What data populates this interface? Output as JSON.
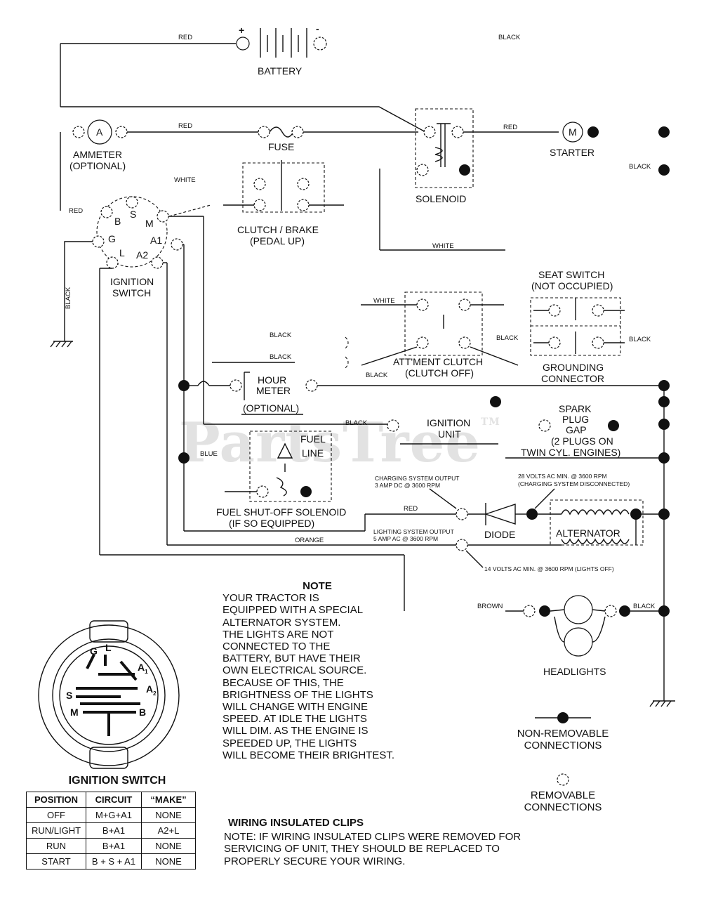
{
  "diagram": {
    "battery": {
      "label": "BATTERY",
      "plus": "+",
      "minus": "-"
    },
    "ammeter": {
      "label": "AMMETER",
      "sub": "(OPTIONAL)",
      "symbol": "A"
    },
    "fuse": "FUSE",
    "solenoid": "SOLENOID",
    "starter": {
      "label": "STARTER",
      "symbol": "M"
    },
    "clutch_brake": {
      "label": "CLUTCH / BRAKE",
      "sub": "(PEDAL UP)"
    },
    "ignition_switch_label": [
      "IGNITION",
      "SWITCH"
    ],
    "ignition_terminals": {
      "b": "B",
      "s": "S",
      "m": "M",
      "g": "G",
      "a1": "A1",
      "l": "L",
      "a2": "A2"
    },
    "seat_switch": {
      "label": "SEAT SWITCH",
      "sub": "(NOT OCCUPIED)"
    },
    "grounding_connector": {
      "line1": "GROUNDING",
      "line2": "CONNECTOR"
    },
    "attachment_clutch": {
      "line1": "ATT'MENT CLUTCH",
      "line2": "(CLUTCH OFF)"
    },
    "hour_meter": {
      "line1": "HOUR",
      "line2": "METER",
      "sub": "(OPTIONAL)"
    },
    "ignition_unit": {
      "line1": "IGNITION",
      "line2": "UNIT"
    },
    "spark_plug": {
      "line1": "SPARK",
      "line2": "PLUG",
      "line3": "GAP",
      "line4": "(2 PLUGS ON",
      "line5": "TWIN CYL. ENGINES)"
    },
    "fuel_line": {
      "line1": "FUEL",
      "line2": "LINE"
    },
    "fuel_solenoid": {
      "line1": "FUEL SHUT-OFF SOLENOID",
      "line2": "(IF SO EQUIPPED)"
    },
    "charging_output": {
      "line1": "CHARGING SYSTEM OUTPUT",
      "line2": "3 AMP DC @ 3600 RPM"
    },
    "charging_volts": {
      "line1": "28 VOLTS AC MIN. @ 3600 RPM",
      "line2": "(CHARGING SYSTEM DISCONNECTED)"
    },
    "lighting_output": {
      "line1": "LIGHTING SYSTEM OUTPUT",
      "line2": "5 AMP AC @ 3600 RPM"
    },
    "lights_volts": "14 VOLTS AC MIN. @ 3600 RPM (LIGHTS OFF)",
    "diode": "DIODE",
    "alternator": "ALTERNATOR",
    "headlights": "HEADLIGHTS",
    "wires": {
      "red": "RED",
      "black": "BLACK",
      "white": "WHITE",
      "blue": "BLUE",
      "orange": "ORANGE",
      "brown": "BROWN"
    },
    "watermark": "PartsTree",
    "watermark_tm": "TM"
  },
  "note": {
    "title": "NOTE",
    "lines": [
      "YOUR TRACTOR IS",
      "EQUIPPED WITH A SPECIAL",
      "ALTERNATOR SYSTEM.",
      "THE LIGHTS ARE NOT",
      "CONNECTED TO THE",
      "BATTERY, BUT HAVE THEIR",
      "OWN ELECTRICAL SOURCE.",
      "BECAUSE OF THIS, THE",
      "BRIGHTNESS OF THE LIGHTS",
      "WILL CHANGE WITH ENGINE",
      "SPEED.  AT IDLE THE LIGHTS",
      "WILL DIM.  AS THE ENGINE IS",
      "SPEEDED UP, THE LIGHTS",
      "WILL BECOME THEIR BRIGHTEST."
    ]
  },
  "legend": {
    "non_removable": {
      "line1": "NON-REMOVABLE",
      "line2": "CONNECTIONS"
    },
    "removable": {
      "line1": "REMOVABLE",
      "line2": "CONNECTIONS"
    }
  },
  "clips": {
    "title": "WIRING INSULATED CLIPS",
    "lines": [
      "NOTE: IF WIRING INSULATED CLIPS WERE REMOVED FOR",
      "SERVICING OF UNIT, THEY SHOULD BE REPLACED TO",
      "PROPERLY SECURE YOUR WIRING."
    ]
  },
  "ignition_switch_table": {
    "title": "IGNITION SWITCH",
    "headers": [
      "POSITION",
      "CIRCUIT",
      "“MAKE”"
    ],
    "rows": [
      [
        "OFF",
        "M+G+A1",
        "NONE"
      ],
      [
        "RUN/LIGHT",
        "B+A1",
        "A2+L"
      ],
      [
        "RUN",
        "B+A1",
        "NONE"
      ],
      [
        "START",
        "B + S + A1",
        "NONE"
      ]
    ],
    "face_labels": {
      "g": "G",
      "l": "L",
      "a1": "A",
      "a1_sub": "1",
      "a2": "A",
      "a2_sub": "2",
      "s": "S",
      "m": "M",
      "b": "B"
    }
  }
}
